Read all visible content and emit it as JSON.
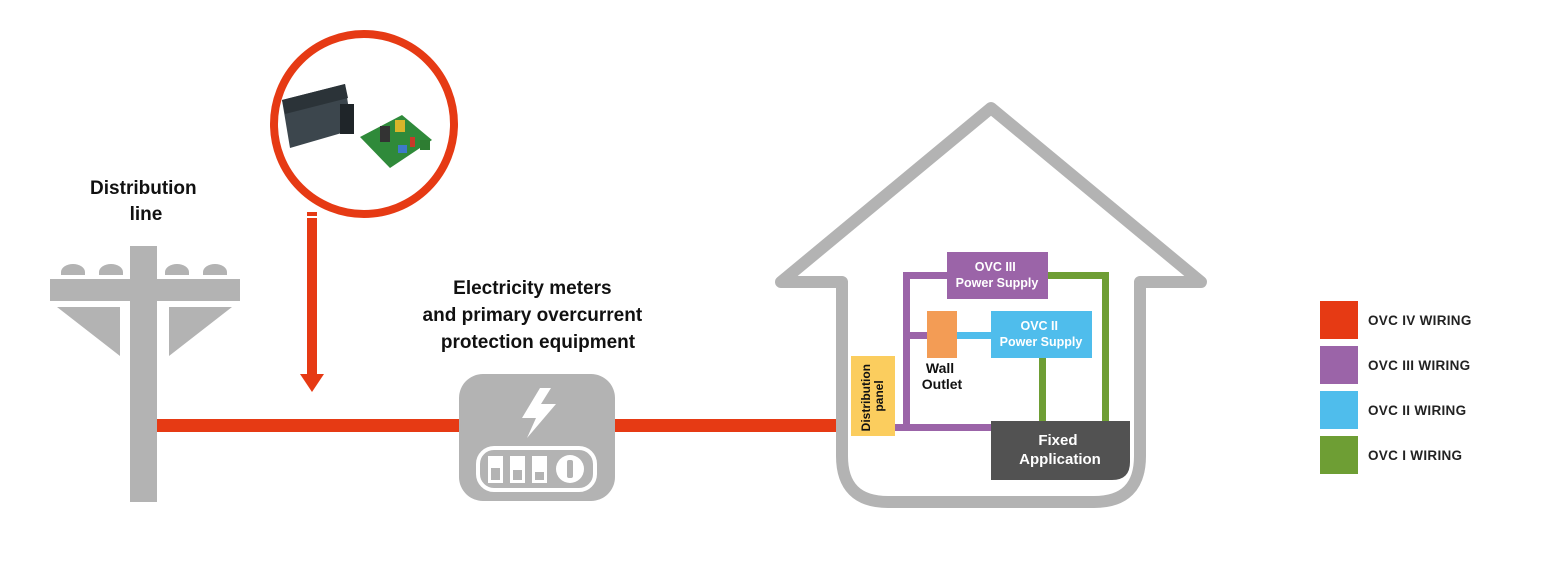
{
  "labels": {
    "distribution_line": [
      "Distribution",
      "line"
    ],
    "meters": [
      "Electricity meters",
      "and primary overcurrent",
      "protection equipment"
    ],
    "distribution_panel": [
      "Distribution",
      "panel"
    ],
    "wall_outlet": [
      "Wall",
      "Outlet"
    ],
    "ovc3_supply": [
      "OVC III",
      "Power Supply"
    ],
    "ovc2_supply": [
      "OVC II",
      "Power Supply"
    ],
    "fixed_application": [
      "Fixed",
      "Application"
    ]
  },
  "colors": {
    "ovc4": "#e63a14",
    "ovc3": "#9b64a8",
    "ovc2": "#4fbdec",
    "ovc1": "#6e9e34",
    "gray": "#b3b3b3",
    "panel": "#fbcd5e",
    "outlet": "#f39c55",
    "fixed": "#525252"
  },
  "legend": [
    {
      "label": "OVC IV WIRING",
      "color": "#e63a14"
    },
    {
      "label": "OVC III WIRING",
      "color": "#9b64a8"
    },
    {
      "label": "OVC II WIRING",
      "color": "#4fbdec"
    },
    {
      "label": "OVC I WIRING",
      "color": "#6e9e34"
    }
  ],
  "icons": {
    "product": "power-supply-product-photo",
    "meter": "electricity-meter-icon",
    "pole": "utility-pole-icon",
    "house": "house-outline-icon"
  }
}
